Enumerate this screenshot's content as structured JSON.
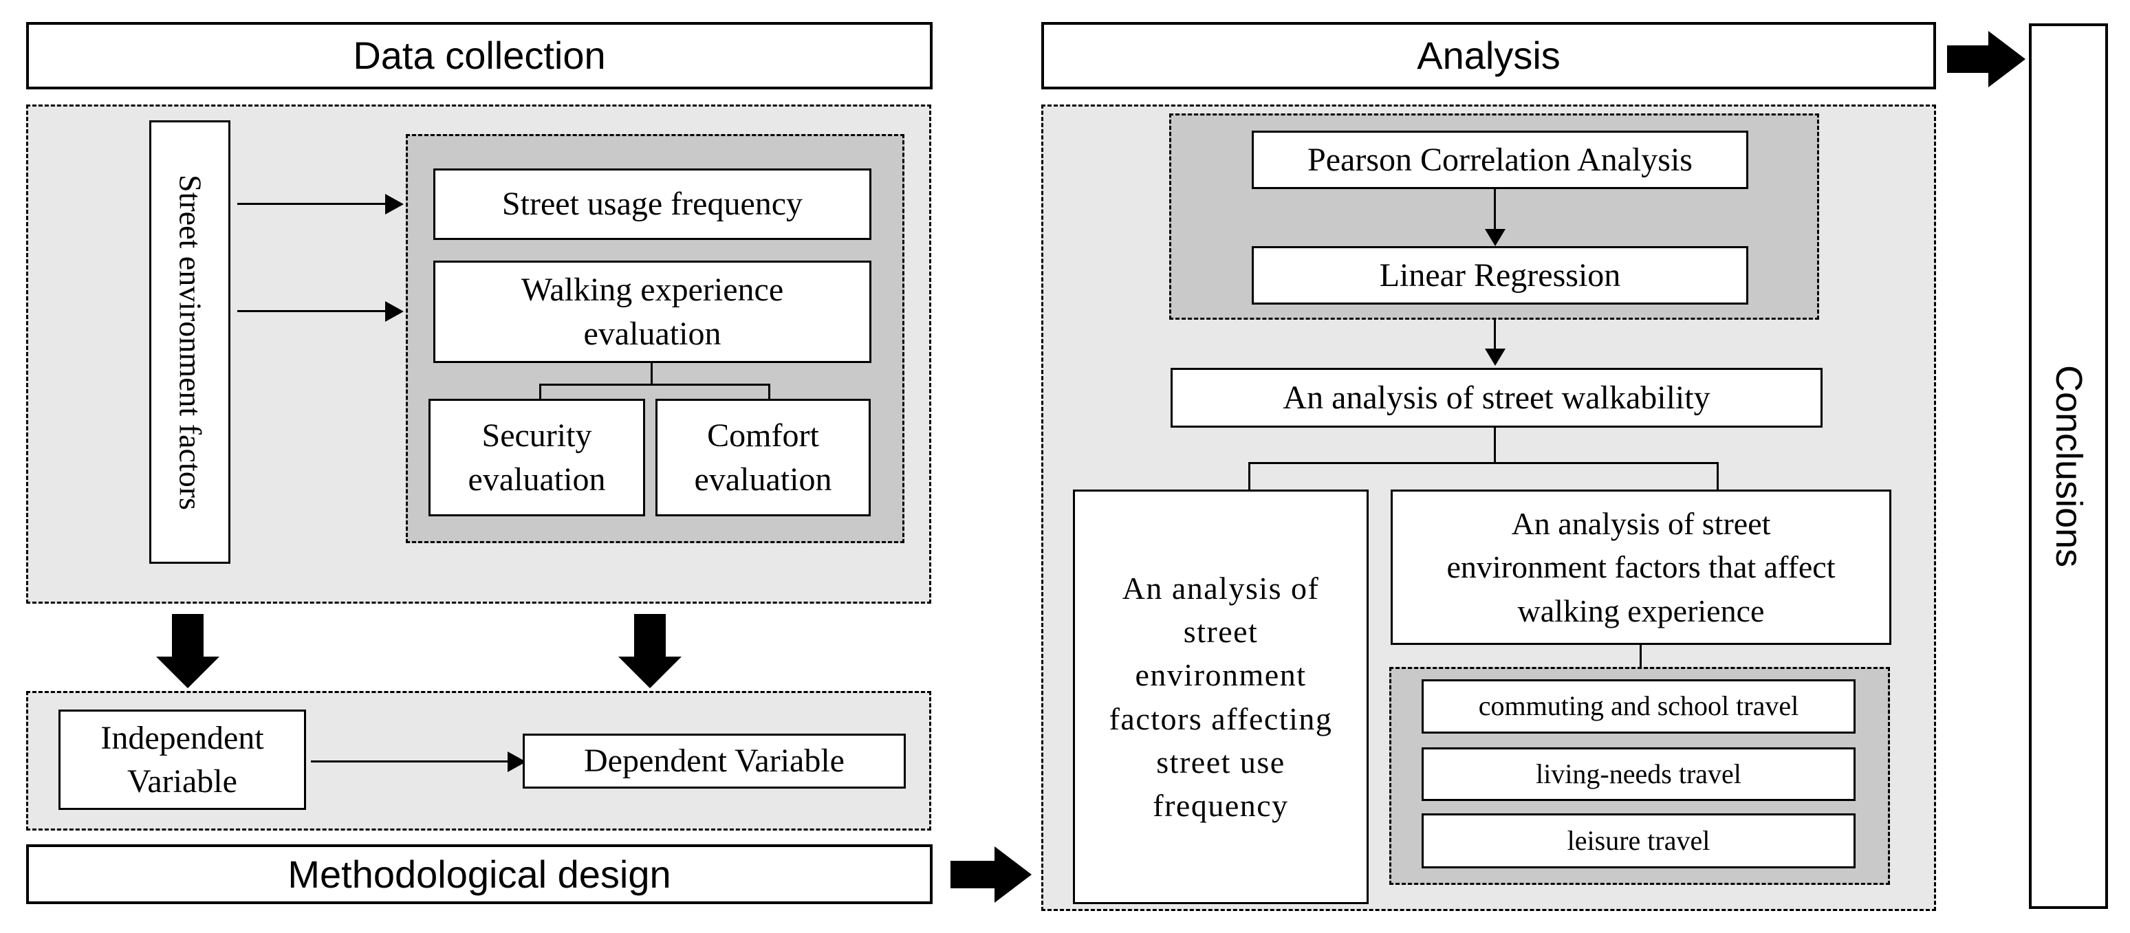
{
  "colors": {
    "container_bg": "#e8e8e8",
    "inner_container_bg": "#c9c9c9",
    "box_bg": "#ffffff",
    "line_color": "#000000"
  },
  "data_collection": {
    "header": "Data collection",
    "street_env_factors": "Street environment factors",
    "street_usage": "Street usage frequency",
    "walking_experience": "Walking experience\nevaluation",
    "security": "Security\nevaluation",
    "comfort": "Comfort\nevaluation"
  },
  "methodological": {
    "independent": "Independent\nVariable",
    "dependent": "Dependent Variable",
    "header": "Methodological design"
  },
  "analysis": {
    "header": "Analysis",
    "pearson": "Pearson Correlation Analysis",
    "linear_regression": "Linear Regression",
    "walkability": "An analysis of street walkability",
    "left_branch": "An analysis of\nstreet\nenvironment\nfactors affecting\nstreet use\nfrequency",
    "right_branch": "An analysis of street\nenvironment factors that affect\nwalking experience",
    "travel_types": [
      "commuting and school travel",
      "living-needs travel",
      "leisure travel"
    ]
  },
  "conclusions": {
    "label": "Conclusions"
  }
}
